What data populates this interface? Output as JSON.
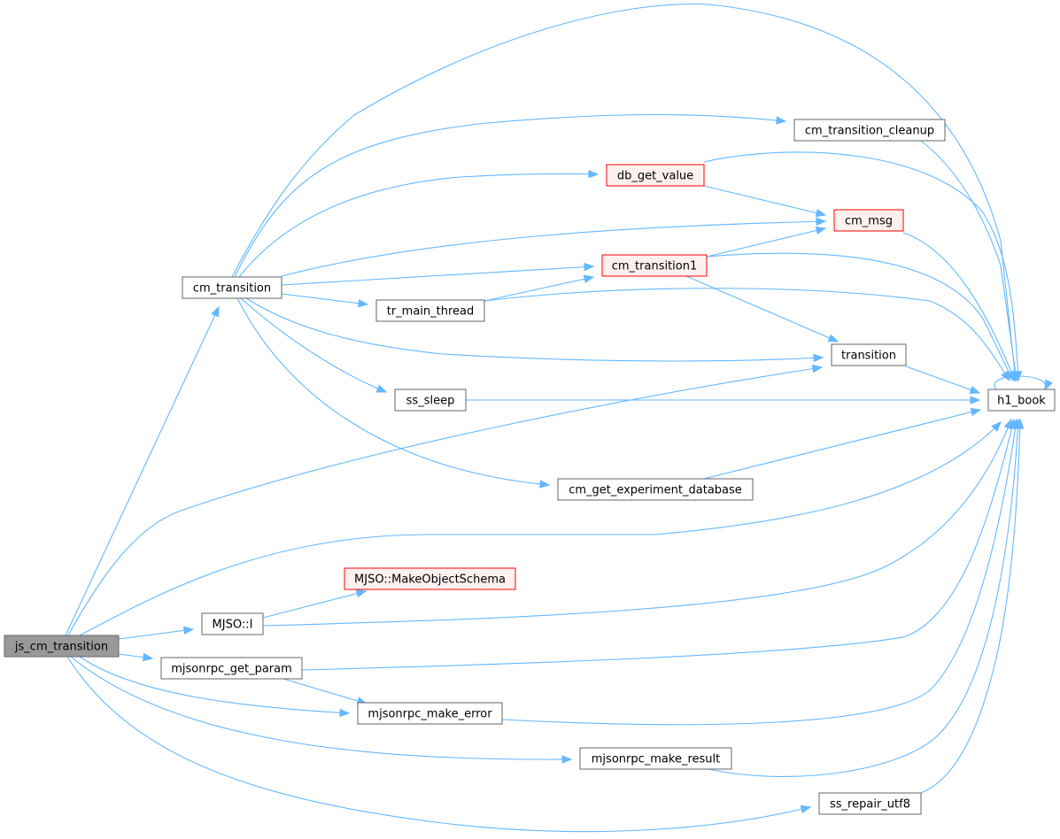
{
  "graph": {
    "colors": {
      "edge": "#63b8ff",
      "node_fill": "#ffffff",
      "node_stroke": "#666666",
      "root_fill": "#999999",
      "root_stroke": "#666666",
      "link_fill": "#fff0f0",
      "link_stroke": "#ff0000"
    },
    "nodes": [
      {
        "id": "js_cm_transition",
        "label": "js_cm_transition",
        "style": "root"
      },
      {
        "id": "cm_transition",
        "label": "cm_transition",
        "style": "normal"
      },
      {
        "id": "cm_transition_cleanup",
        "label": "cm_transition_cleanup",
        "style": "normal"
      },
      {
        "id": "db_get_value",
        "label": "db_get_value",
        "style": "red"
      },
      {
        "id": "cm_msg",
        "label": "cm_msg",
        "style": "red"
      },
      {
        "id": "cm_transition1",
        "label": "cm_transition1",
        "style": "red"
      },
      {
        "id": "tr_main_thread",
        "label": "tr_main_thread",
        "style": "normal"
      },
      {
        "id": "transition",
        "label": "transition",
        "style": "normal"
      },
      {
        "id": "ss_sleep",
        "label": "ss_sleep",
        "style": "normal"
      },
      {
        "id": "h1_book",
        "label": "h1_book",
        "style": "normal"
      },
      {
        "id": "cm_get_experiment_database",
        "label": "cm_get_experiment_database",
        "style": "normal"
      },
      {
        "id": "mjso_makeobjectschema",
        "label": "MJSO::MakeObjectSchema",
        "style": "red"
      },
      {
        "id": "mjso_i",
        "label": "MJSO::I",
        "style": "normal"
      },
      {
        "id": "mjsonrpc_get_param",
        "label": "mjsonrpc_get_param",
        "style": "normal"
      },
      {
        "id": "mjsonrpc_make_error",
        "label": "mjsonrpc_make_error",
        "style": "normal"
      },
      {
        "id": "mjsonrpc_make_result",
        "label": "mjsonrpc_make_result",
        "style": "normal"
      },
      {
        "id": "ss_repair_utf8",
        "label": "ss_repair_utf8",
        "style": "normal"
      }
    ],
    "edges": [
      {
        "from": "js_cm_transition",
        "to": "cm_transition"
      },
      {
        "from": "js_cm_transition",
        "to": "transition"
      },
      {
        "from": "js_cm_transition",
        "to": "h1_book"
      },
      {
        "from": "js_cm_transition",
        "to": "mjso_i"
      },
      {
        "from": "js_cm_transition",
        "to": "mjsonrpc_get_param"
      },
      {
        "from": "js_cm_transition",
        "to": "mjsonrpc_make_error"
      },
      {
        "from": "js_cm_transition",
        "to": "mjsonrpc_make_result"
      },
      {
        "from": "js_cm_transition",
        "to": "ss_repair_utf8"
      },
      {
        "from": "cm_transition",
        "to": "h1_book"
      },
      {
        "from": "cm_transition",
        "to": "cm_transition_cleanup"
      },
      {
        "from": "cm_transition",
        "to": "db_get_value"
      },
      {
        "from": "cm_transition",
        "to": "cm_msg"
      },
      {
        "from": "cm_transition",
        "to": "cm_transition1"
      },
      {
        "from": "cm_transition",
        "to": "tr_main_thread"
      },
      {
        "from": "cm_transition",
        "to": "transition"
      },
      {
        "from": "cm_transition",
        "to": "ss_sleep"
      },
      {
        "from": "cm_transition",
        "to": "cm_get_experiment_database"
      },
      {
        "from": "cm_transition_cleanup",
        "to": "h1_book"
      },
      {
        "from": "db_get_value",
        "to": "h1_book"
      },
      {
        "from": "db_get_value",
        "to": "cm_msg"
      },
      {
        "from": "cm_msg",
        "to": "h1_book"
      },
      {
        "from": "cm_transition1",
        "to": "cm_msg"
      },
      {
        "from": "cm_transition1",
        "to": "h1_book"
      },
      {
        "from": "cm_transition1",
        "to": "transition"
      },
      {
        "from": "tr_main_thread",
        "to": "cm_transition1"
      },
      {
        "from": "tr_main_thread",
        "to": "h1_book"
      },
      {
        "from": "transition",
        "to": "h1_book"
      },
      {
        "from": "ss_sleep",
        "to": "h1_book"
      },
      {
        "from": "cm_get_experiment_database",
        "to": "h1_book"
      },
      {
        "from": "mjso_i",
        "to": "mjso_makeobjectschema"
      },
      {
        "from": "mjso_i",
        "to": "h1_book"
      },
      {
        "from": "mjsonrpc_get_param",
        "to": "h1_book"
      },
      {
        "from": "mjsonrpc_get_param",
        "to": "mjsonrpc_make_error"
      },
      {
        "from": "mjsonrpc_make_error",
        "to": "h1_book"
      },
      {
        "from": "mjsonrpc_make_result",
        "to": "h1_book"
      },
      {
        "from": "ss_repair_utf8",
        "to": "h1_book"
      },
      {
        "from": "h1_book",
        "to": "h1_book"
      }
    ]
  }
}
